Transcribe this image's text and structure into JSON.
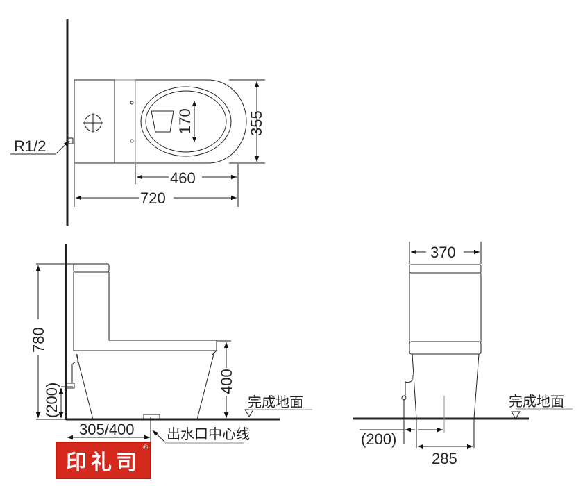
{
  "top_view": {
    "inlet_label": "R1/2",
    "dim_170": "170",
    "dim_355": "355",
    "dim_460": "460",
    "dim_720": "720"
  },
  "side_view": {
    "dim_780": "780",
    "dim_200": "(200)",
    "dim_400": "400",
    "floor_label": "完成地面",
    "dim_305_400": "305/400",
    "outlet_label": "出水口中心线"
  },
  "front_view": {
    "dim_370": "370",
    "floor_label": "完成地面",
    "dim_200": "(200)",
    "dim_285": "285"
  },
  "logo": {
    "text": "印礼司",
    "mark": "®"
  }
}
